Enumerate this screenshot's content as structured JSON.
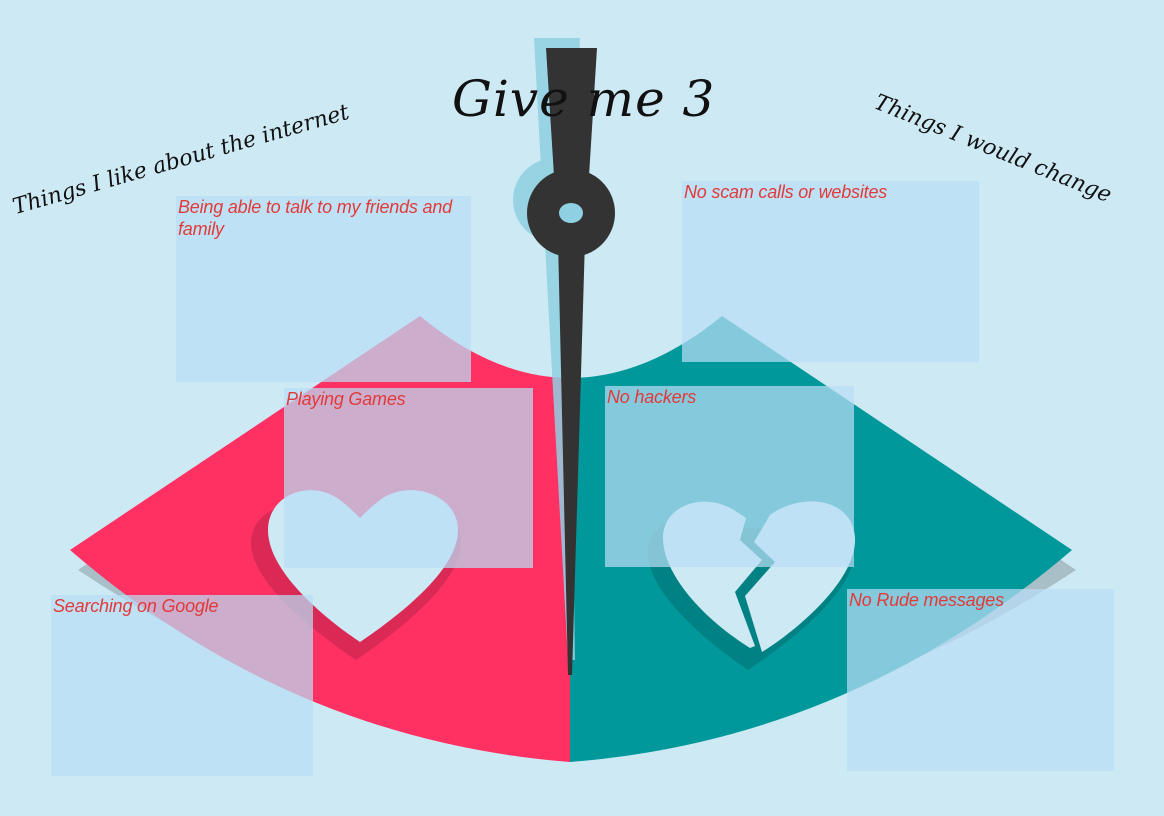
{
  "title": "Give me 3",
  "left_heading": "Things I like about the internet",
  "right_heading": "Things I would change",
  "notes": {
    "talk": "Being able to talk to my friends and family",
    "games": "Playing Games",
    "google": "Searching on Google",
    "scam": "No scam calls or websites",
    "hackers": "No hackers",
    "rude": "No Rude messages"
  },
  "colors": {
    "background": "#cde9f4",
    "like_side": "#ff3163",
    "change_side": "#00989a",
    "needle": "#333333",
    "note_text": "#e23a3a"
  },
  "icons": {
    "left": "heart-icon",
    "right": "broken-heart-icon"
  }
}
